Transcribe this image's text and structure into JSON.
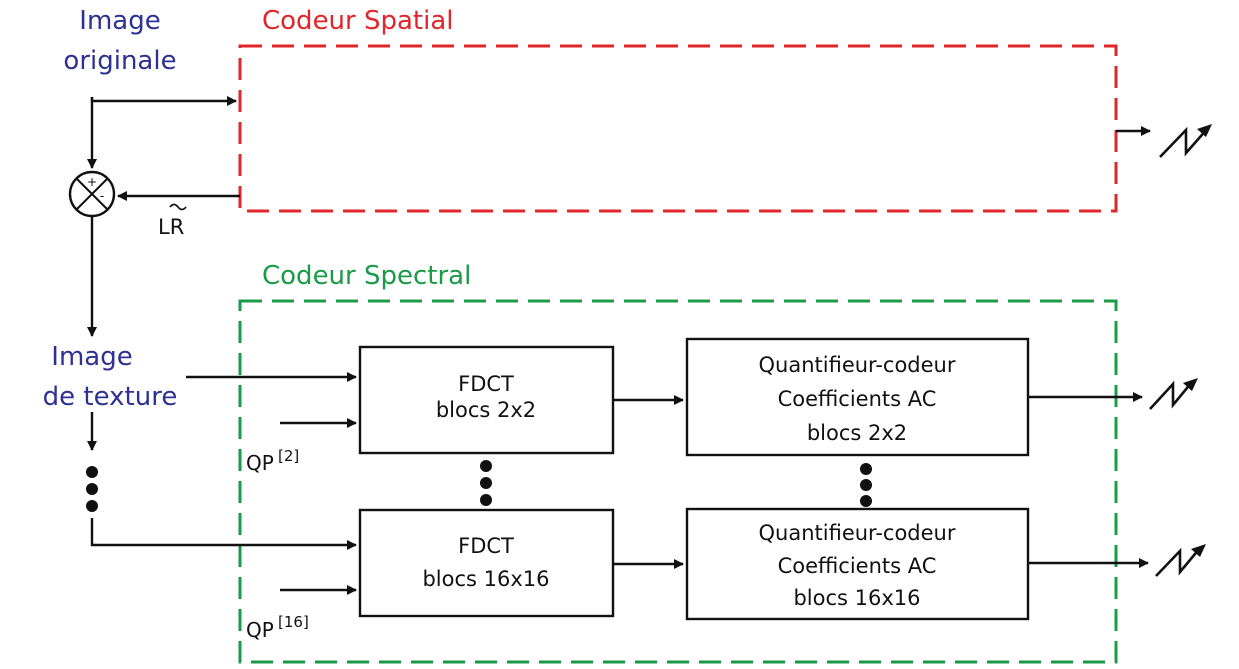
{
  "input_image_label": [
    "Image",
    "originale"
  ],
  "texture_image_label": [
    "Image",
    "de texture"
  ],
  "spatial_coder": {
    "title": "Codeur Spatial",
    "color": "#e0262b"
  },
  "spectral_coder": {
    "title": "Codeur Spectral",
    "color": "#1b9a48"
  },
  "subtractor": {
    "plus": "+",
    "minus": "-"
  },
  "feedback_label": "LR",
  "fdct_blocks": [
    {
      "lines": [
        "FDCT",
        "blocs 2x2"
      ]
    },
    {
      "lines": [
        "FDCT",
        "blocs 16x16"
      ]
    }
  ],
  "quantizer_blocks": [
    {
      "lines": [
        "Quantifieur-codeur",
        "Coefficients AC",
        "blocs 2x2"
      ]
    },
    {
      "lines": [
        "Quantifieur-codeur",
        "Coefficients AC",
        "blocs 16x16"
      ]
    }
  ],
  "qp_inputs": [
    {
      "base": "QP",
      "sup": "[2]"
    },
    {
      "base": "QP",
      "sup": "[16]"
    }
  ],
  "label_colors": {
    "input": "#2e3192",
    "lines": "#111111"
  }
}
